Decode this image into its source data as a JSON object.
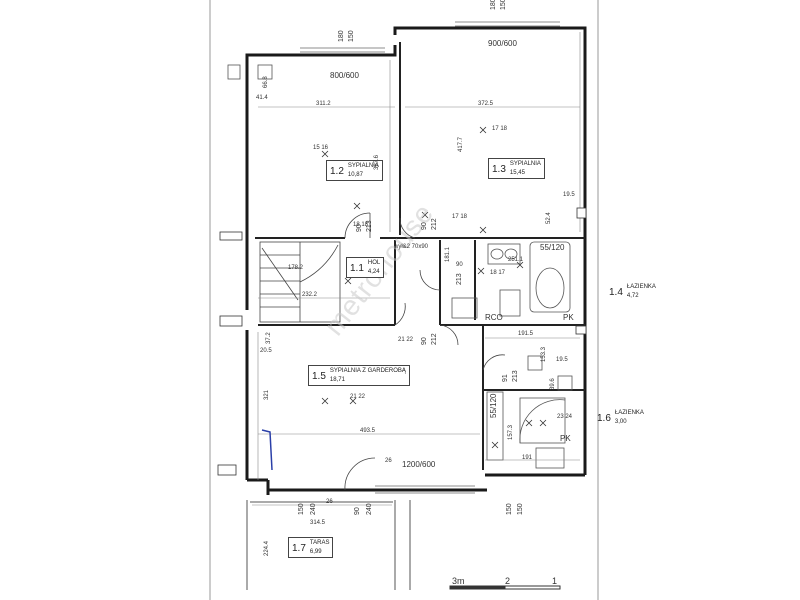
{
  "rooms": [
    {
      "id": "1.1",
      "name": "HOL",
      "area": "4,24"
    },
    {
      "id": "1.2",
      "name": "SYPIALNIA",
      "area": "10,87"
    },
    {
      "id": "1.3",
      "name": "SYPIALNIA",
      "area": "15,45"
    },
    {
      "id": "1.4",
      "name": "ŁAZIENKA",
      "area": "4,72"
    },
    {
      "id": "1.5",
      "name": "SYPIALNIA Z GARDEROBĄ",
      "area": "18,71"
    },
    {
      "id": "1.6",
      "name": "ŁAZIENKA",
      "area": "3,00"
    },
    {
      "id": "1.7",
      "name": "TARAS",
      "area": "6,99"
    }
  ],
  "window_labels": {
    "w1": "800/600",
    "w2": "900/600",
    "w3": "1200/600"
  },
  "dims": {
    "d311": "311.2",
    "d372": "372.5",
    "d357": "357.6",
    "d417": "417.7",
    "d414": "41.4",
    "d668": "66.8",
    "d178": "178.2",
    "d232": "232.2",
    "d90a": "90",
    "d213a": "213",
    "d90b": "90",
    "d212a": "212",
    "d90c": "90",
    "d213b": "213",
    "d181": "181.1",
    "d251": "251.1",
    "d191a": "191.5",
    "d90d": "90",
    "d212b": "212",
    "d195a": "19.5",
    "d524": "52.4",
    "d195b": "19.5",
    "d1533": "153.3",
    "d396": "39.6",
    "d91": "91",
    "d213c": "213",
    "d1573": "157.3",
    "d191b": "191",
    "d321": "321",
    "d4935": "493.5",
    "d205": "20.5",
    "d372b": "37.2",
    "d3145": "314.5",
    "d2244": "224.4",
    "d150a": "150",
    "d240a": "240",
    "d90e": "90",
    "d240b": "240",
    "d150b": "150",
    "d150c": "150",
    "d180": "180",
    "d150d": "150",
    "d180b": "180",
    "d150e": "150"
  },
  "notes": {
    "doors": "wył&2 70x90",
    "bath1": "55/120",
    "bath2": "55/120",
    "rco": "RCO",
    "pk1": "PK",
    "pk2": "PK"
  },
  "heights": {
    "h1": "15 16",
    "h2": "17 18",
    "h3": "18 18",
    "h4": "17 18",
    "h5": "18 17",
    "h6": "21 22",
    "h7": "21 22",
    "h8": "23 24",
    "h9": "26",
    "h10": "26"
  },
  "scale": {
    "a": "3m",
    "b": "2",
    "c": "1"
  },
  "watermark": "metrohouse"
}
